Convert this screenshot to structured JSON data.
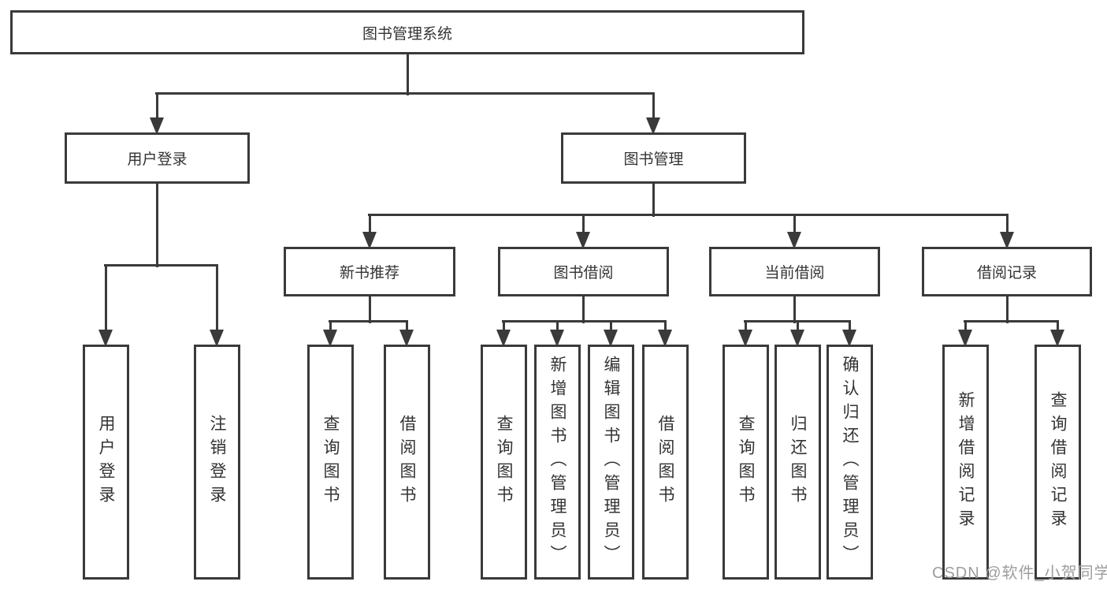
{
  "theme": {
    "background": "#ffffff",
    "line_color": "#3a3a3a",
    "text_color": "#333333",
    "watermark_color": "#9d9d9d"
  },
  "diagram": {
    "nodes": {
      "root": {
        "label": "图书管理系统"
      },
      "user_login": {
        "label": "用户登录"
      },
      "book_mgmt": {
        "label": "图书管理"
      },
      "new_book_rec": {
        "label": "新书推荐"
      },
      "book_borrow": {
        "label": "图书借阅"
      },
      "current_borrow": {
        "label": "当前借阅"
      },
      "borrow_record": {
        "label": "借阅记录"
      }
    },
    "leaves": [
      {
        "label": "用户登录"
      },
      {
        "label": "注销登录"
      },
      {
        "label": "查询图书"
      },
      {
        "label": "借阅图书"
      },
      {
        "label": "查询图书"
      },
      {
        "label": "新增图书（管理员）"
      },
      {
        "label": "编辑图书（管理员）"
      },
      {
        "label": "借阅图书"
      },
      {
        "label": "查询图书"
      },
      {
        "label": "归还图书"
      },
      {
        "label": "确认归还（管理员）"
      },
      {
        "label": "新增借阅记录"
      },
      {
        "label": "查询借阅记录"
      }
    ]
  },
  "watermark": {
    "text": "CSDN @软件_小贺同学"
  }
}
